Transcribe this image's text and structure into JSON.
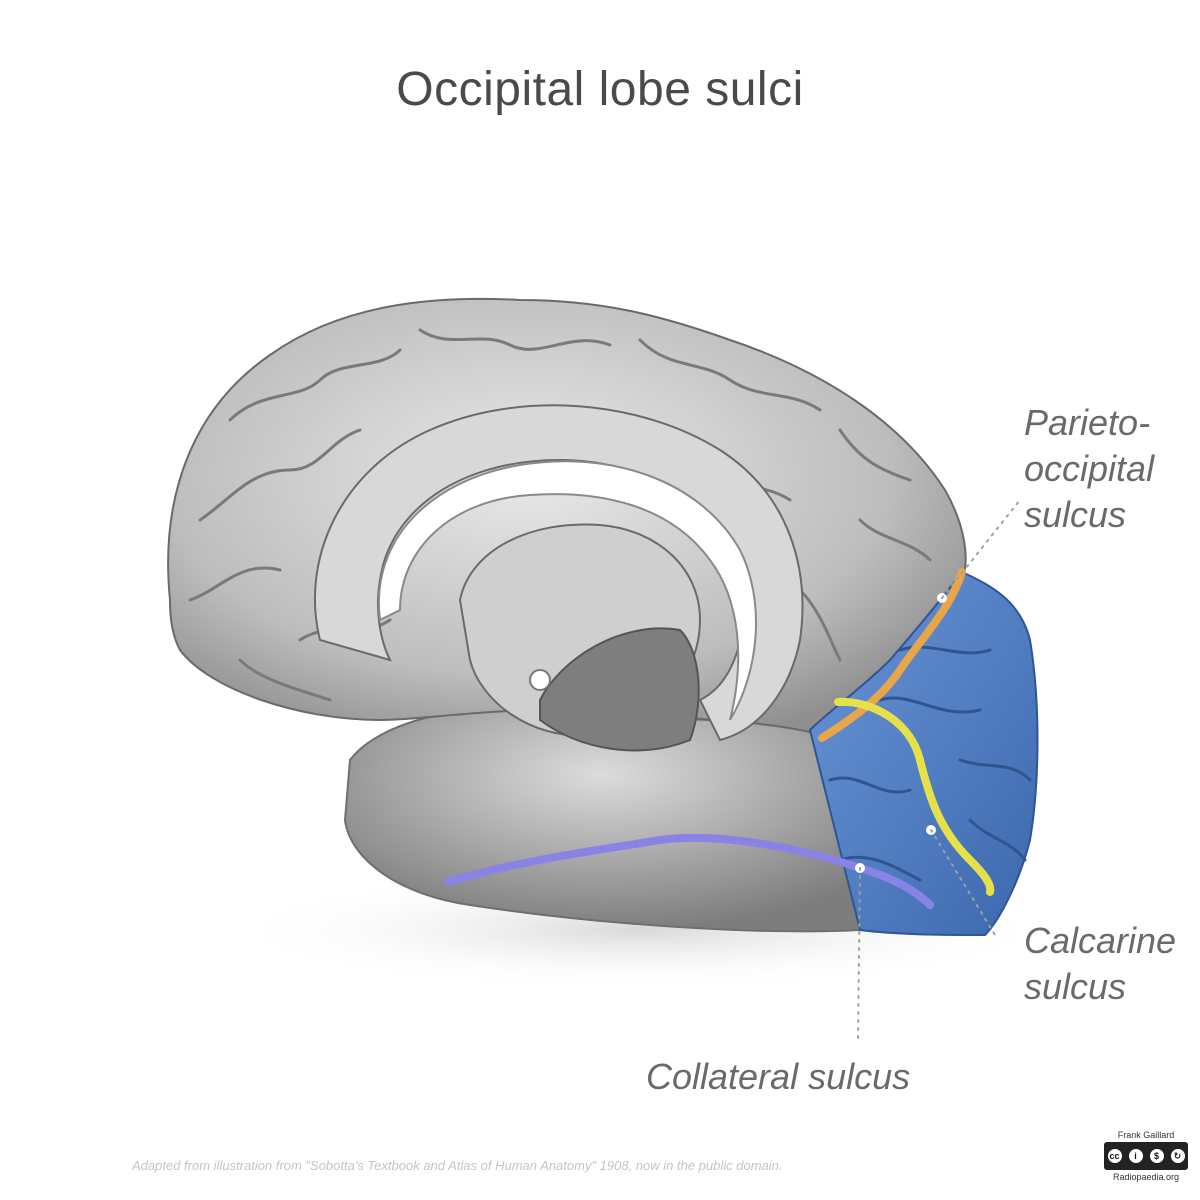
{
  "title": "Occipital lobe sulci",
  "labels": {
    "parieto_occipital": [
      "Parieto-",
      "occipital",
      "sulcus"
    ],
    "calcarine": [
      "Calcarine",
      "sulcus"
    ],
    "collateral": "Collateral sulcus"
  },
  "colors": {
    "occipital_region": "#4f7cc4",
    "parieto_occipital_line": "#e8a64a",
    "calcarine_line": "#e6e04a",
    "collateral_line": "#8a83e6"
  },
  "credit": "Adapted from illustration from \"Sobotta's Textbook and Atlas of Human Anatomy\" 1908, now in the public domain.",
  "badge": {
    "top": "Frank Gaillard",
    "bottom": "Radiopaedia.org",
    "icons": [
      "cc",
      "by",
      "nc",
      "sa"
    ]
  }
}
